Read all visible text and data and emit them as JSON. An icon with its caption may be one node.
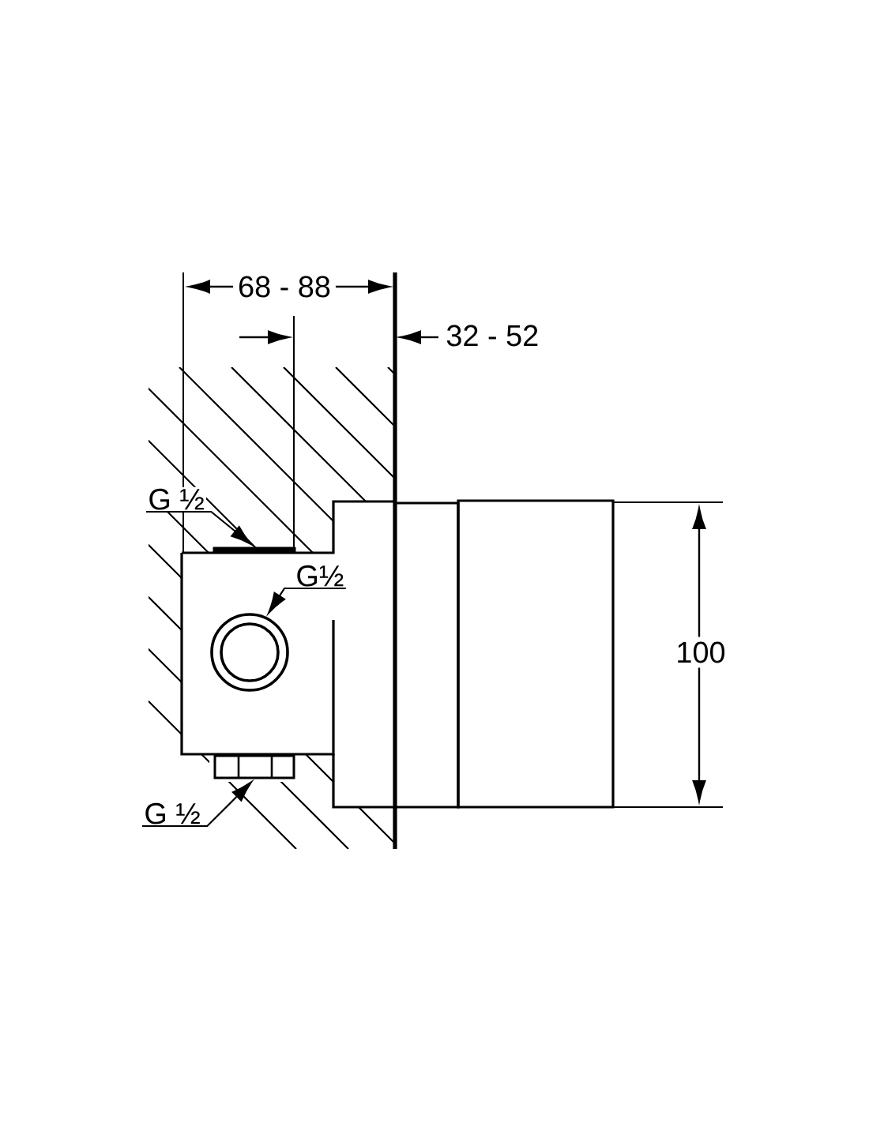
{
  "diagram": {
    "nodes": [
      {
        "text": [
          "G ½"
        ]
      },
      {
        "text": [
          "G½"
        ]
      },
      {
        "text": [
          "G ½"
        ]
      },
      {
        "text": [],
        "shape": "bar"
      },
      {
        "text": [],
        "shape": "circle"
      },
      {
        "text": [],
        "shape": "box"
      }
    ],
    "edges": [
      {
        "from": 0,
        "to": 3,
        "arrow": "to"
      },
      {
        "from": 1,
        "to": 4,
        "arrow": "to"
      },
      {
        "from": 2,
        "to": 5,
        "arrow": "to"
      }
    ],
    "labels": [
      "68 - 88",
      "32 - 52",
      "100"
    ]
  }
}
